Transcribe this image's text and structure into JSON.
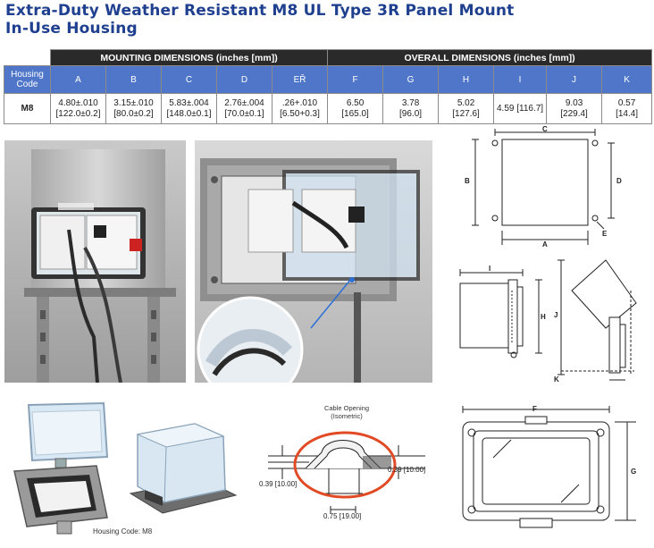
{
  "title": {
    "line1": "Extra-Duty Weather Resistant M8 UL Type 3R Panel Mount",
    "line2": "In-Use Housing"
  },
  "table": {
    "group1": "MOUNTING DIMENSIONS (inches [mm])",
    "group2": "OVERALL DIMENSIONS (inches [mm])",
    "code_header_1": "Housing",
    "code_header_2": "Code",
    "columns": [
      "A",
      "B",
      "C",
      "D",
      "EŘ",
      "F",
      "G",
      "H",
      "I",
      "J",
      "K"
    ],
    "row": {
      "code": "M8",
      "cells": [
        [
          "4.80±.010",
          "[122.0±0.2]"
        ],
        [
          "3.15±.010",
          "[80.0±0.2]"
        ],
        [
          "5.83±.004",
          "[148.0±0.1]"
        ],
        [
          "2.76±.004",
          "[70.0±0.1]"
        ],
        [
          ".26+.010",
          "[6.50+0.3]"
        ],
        [
          "6.50",
          "[165.0]"
        ],
        [
          "3.78",
          "[96.0]"
        ],
        [
          "5.02",
          "[127.6]"
        ],
        [
          "4.59 [116.7]",
          ""
        ],
        [
          "9.03",
          "[229.4]"
        ],
        [
          "0.57",
          "[14.4]"
        ]
      ]
    }
  },
  "diagram_front": {
    "a": "A",
    "b": "B",
    "c": "C",
    "d": "D",
    "e": "E"
  },
  "diagram_side": {
    "i": "I",
    "h": "H",
    "j": "J",
    "k": "K"
  },
  "diagram_bottom": {
    "f": "F",
    "g": "G"
  },
  "cable": {
    "title1": "Cable Opening",
    "title2": "(Isometric)",
    "dim_left": "0.39 [10.00]",
    "dim_right": "0.39 [10.00]",
    "dim_bottom": "0.75 [19.00]"
  },
  "caption": "Housing Code: M8",
  "colors": {
    "title": "#1f3f8f",
    "table_header": "#4f76c8",
    "highlight_ring": "#e04a24"
  }
}
